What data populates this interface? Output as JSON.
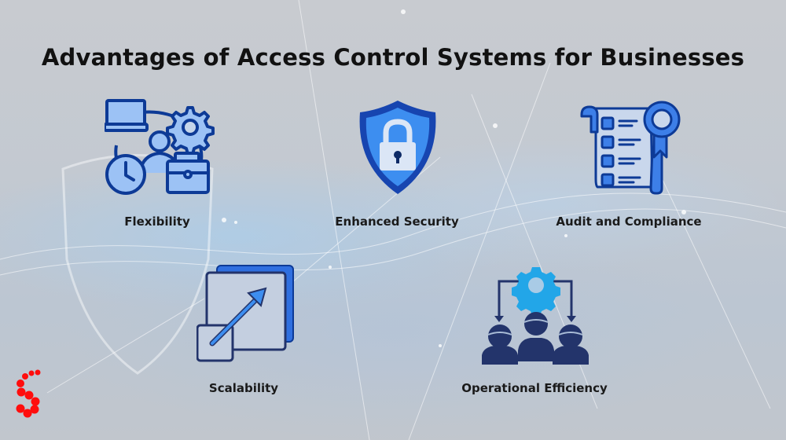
{
  "title": "Advantages of Access Control Systems for Businesses",
  "items": [
    {
      "label": "Flexibility",
      "icon": "flexibility-icon"
    },
    {
      "label": "Enhanced Security",
      "icon": "shield-lock-icon"
    },
    {
      "label": "Audit and Compliance",
      "icon": "checklist-certificate-icon"
    },
    {
      "label": "Scalability",
      "icon": "scale-up-icon"
    },
    {
      "label": "Operational Efficiency",
      "icon": "team-gear-icon"
    }
  ],
  "colors": {
    "navy": "#0d3a96",
    "blue": "#2f6fe0",
    "light_blue": "#9cc2f5",
    "cyan": "#22a6e8",
    "dark_people": "#23346b",
    "logo_red": "#ff0d0d"
  }
}
